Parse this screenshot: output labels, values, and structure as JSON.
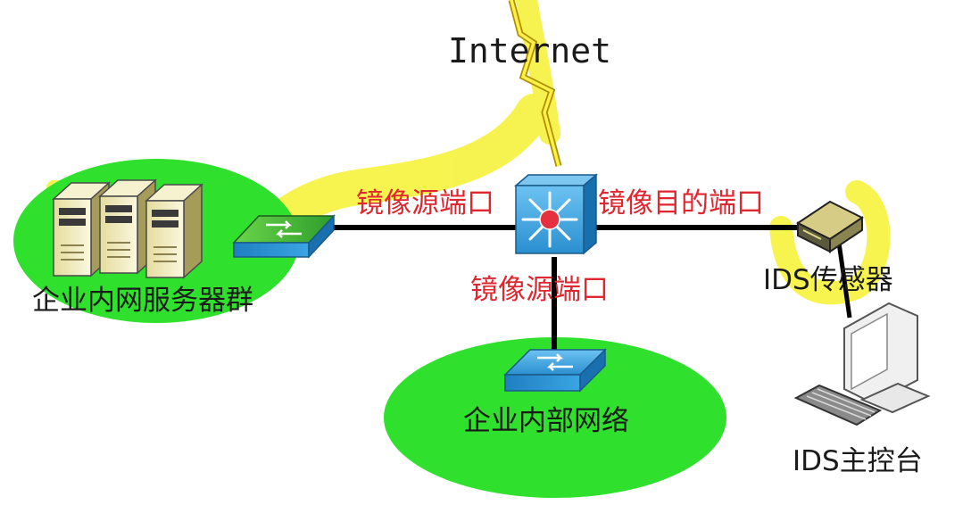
{
  "diagram": {
    "internet_label": "Internet",
    "server_group_label": "企业内网服务器群",
    "internal_network_label": "企业内部网络",
    "ids_sensor_label": "IDS传感器",
    "ids_console_label": "IDS主控台",
    "mirror_source_port_left_label": "镜像源端口",
    "mirror_source_port_bottom_label": "镜像源端口",
    "mirror_dest_port_label": "镜像目的端口"
  },
  "colors": {
    "ellipse_fill": "#2fe02c",
    "highlight": "#f5f12a",
    "port_label": "#e0262f",
    "link": "#000000",
    "switch_blue": "#1f8fd0"
  },
  "icons": {
    "server": "server-tower-icon",
    "switch": "network-switch-icon",
    "core_switch": "multilayer-switch-icon",
    "sensor": "ids-sensor-icon",
    "monitor": "monitor-icon",
    "keyboard": "keyboard-icon",
    "internet_link": "lightning-bolt-icon"
  }
}
